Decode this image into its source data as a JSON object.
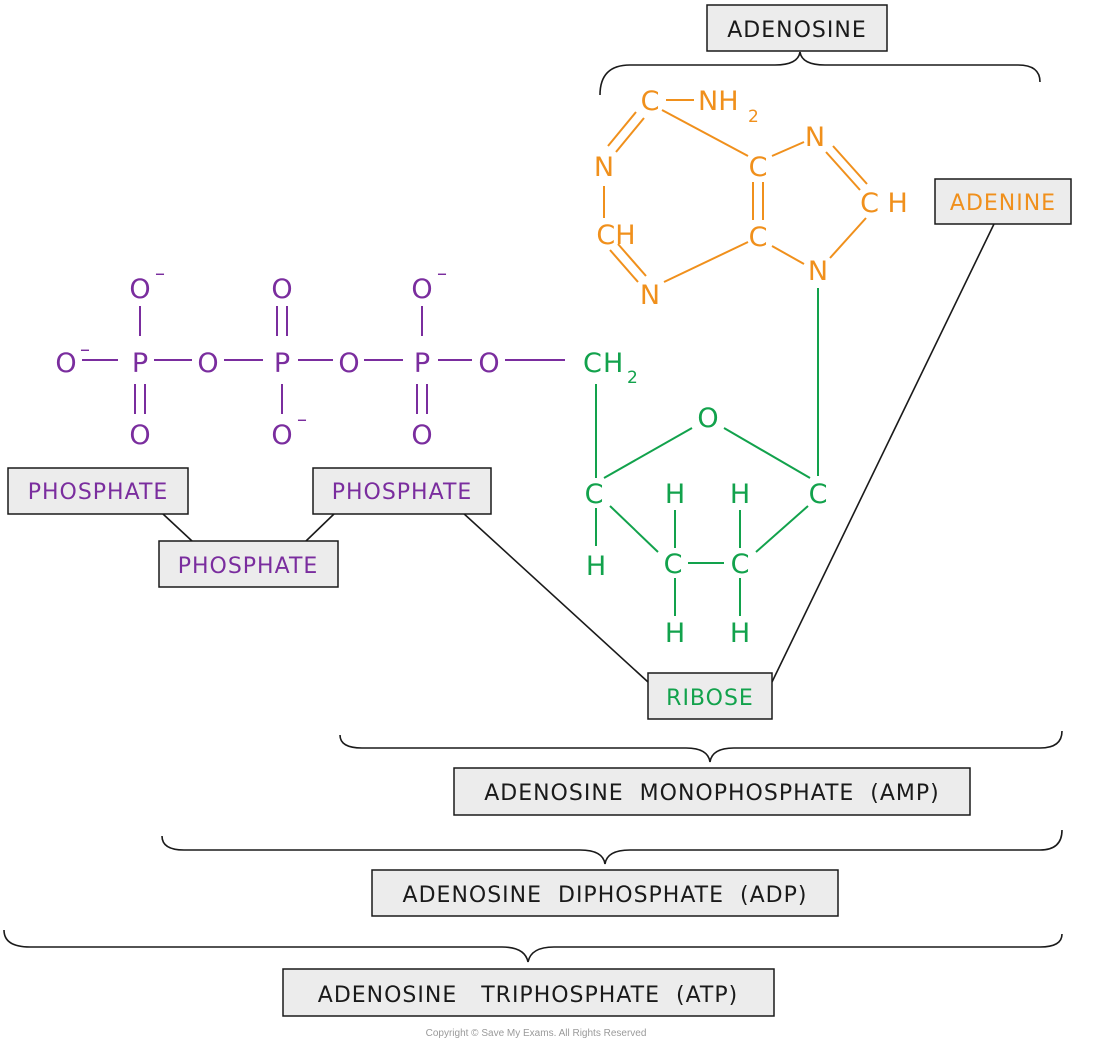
{
  "colors": {
    "phosphate": "#7a2d9e",
    "ribose": "#12a24c",
    "adenine": "#f0901c",
    "label_box": "#ececec",
    "outline": "#1a1a1a"
  },
  "labels": {
    "adenosine": "ADENOSINE",
    "adenine": "ADENINE",
    "phosphate_1": "PHOSPHATE",
    "phosphate_2": "PHOSPHATE",
    "phosphate_3": "PHOSPHATE",
    "ribose": "RIBOSE",
    "amp": "ADENOSINE  MONOPHOSPHATE  (AMP)",
    "adp": "ADENOSINE  DIPHOSPHATE  (ADP)",
    "atp": "ADENOSINE   TRIPHOSPHATE  (ATP)"
  },
  "atoms": {
    "P": "P",
    "O": "O",
    "C": "C",
    "N": "N",
    "H": "H",
    "CH": "CH",
    "C_H": "C H",
    "NH": "NH",
    "minus": "–",
    "two": "2"
  },
  "copyright": "Copyright © Save My Exams. All Rights Reserved"
}
